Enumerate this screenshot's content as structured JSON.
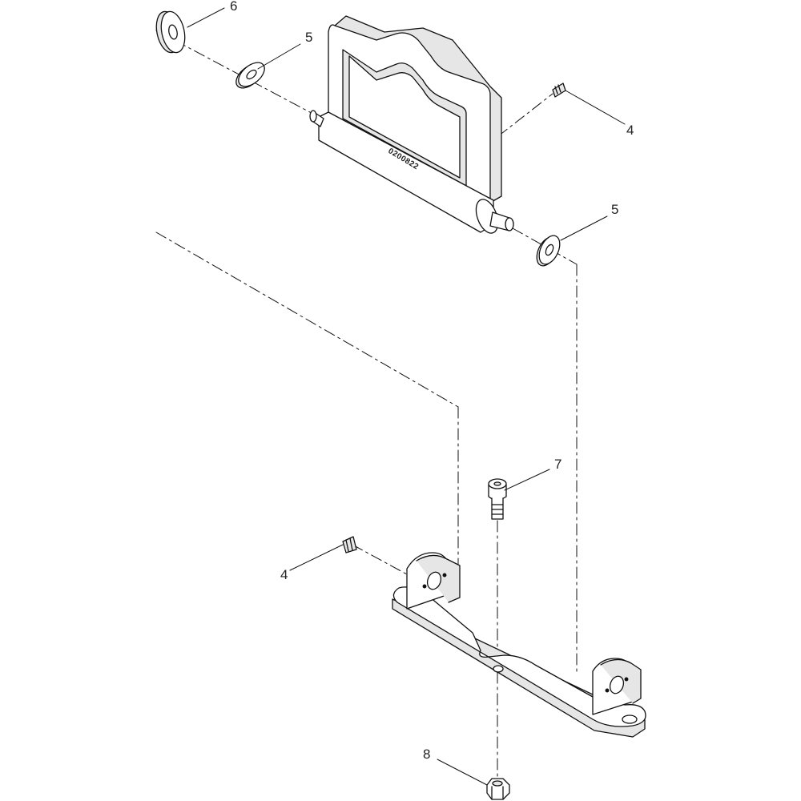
{
  "diagram": {
    "part_marking": "0200822",
    "callouts": [
      {
        "id": "callout-6-washer",
        "number": "6"
      },
      {
        "id": "callout-5-washer-upper",
        "number": "5"
      },
      {
        "id": "callout-4-pin-upper",
        "number": "4"
      },
      {
        "id": "callout-5-washer-lower",
        "number": "5"
      },
      {
        "id": "callout-7-bolt",
        "number": "7"
      },
      {
        "id": "callout-4-pin-lower",
        "number": "4"
      },
      {
        "id": "callout-8-nut",
        "number": "8"
      }
    ],
    "colors": {
      "line": "#111111",
      "part_fill": "#ffffff",
      "shade": "#e6e6e6",
      "background": "#ffffff"
    }
  }
}
